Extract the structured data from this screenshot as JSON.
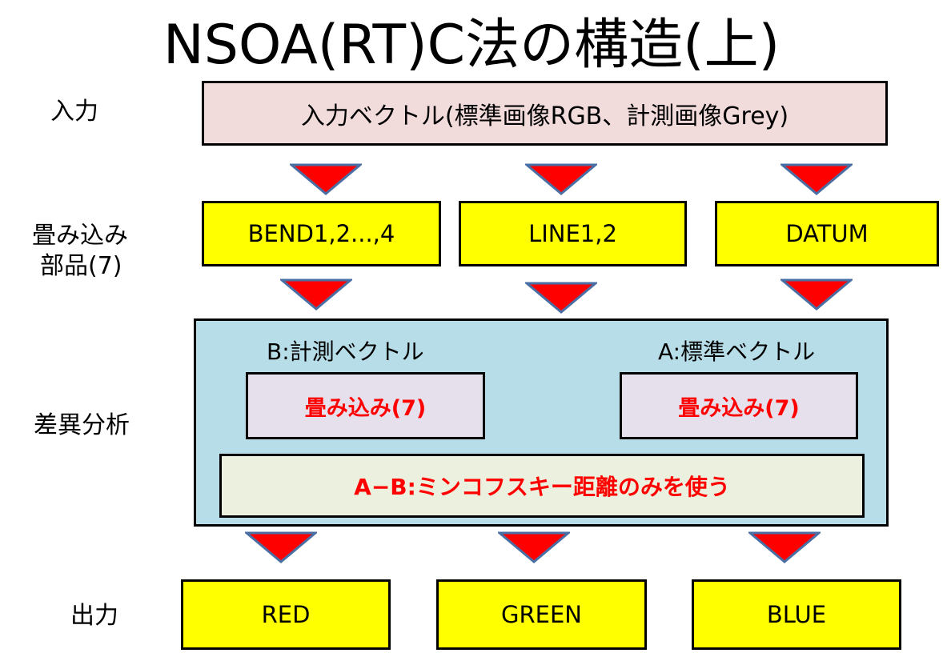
{
  "title": "NSOA(RT)C法の構造(上)",
  "rows": {
    "input": "入力",
    "parts_line1": "畳み込み",
    "parts_line2": "部品(7)",
    "analysis": "差異分析",
    "output": "出力"
  },
  "input_box": "入力ベクトル(標準画像RGB、計測画像Grey)",
  "parts": [
    "BEND1,2...,4",
    "LINE1,2",
    "DATUM"
  ],
  "analysis": {
    "label_b": "B:計測ベクトル",
    "label_a": "A:標準ベクトル",
    "conv_b": "畳み込み(7)",
    "conv_a": "畳み込み(7)",
    "distance": "A−B:ミンコフスキー距離のみを使う"
  },
  "outputs": [
    "RED",
    "GREEN",
    "BLUE"
  ],
  "colors": {
    "input_fill": "#f2dcdb",
    "part_fill": "#ffff00",
    "analysis_fill": "#b7dde8",
    "conv_fill": "#e6e0ec",
    "distance_fill": "#ebf1de",
    "emphasis_text": "#ff0000",
    "arrow_fill": "#ff0000",
    "arrow_stroke": "#4a6fa5"
  }
}
